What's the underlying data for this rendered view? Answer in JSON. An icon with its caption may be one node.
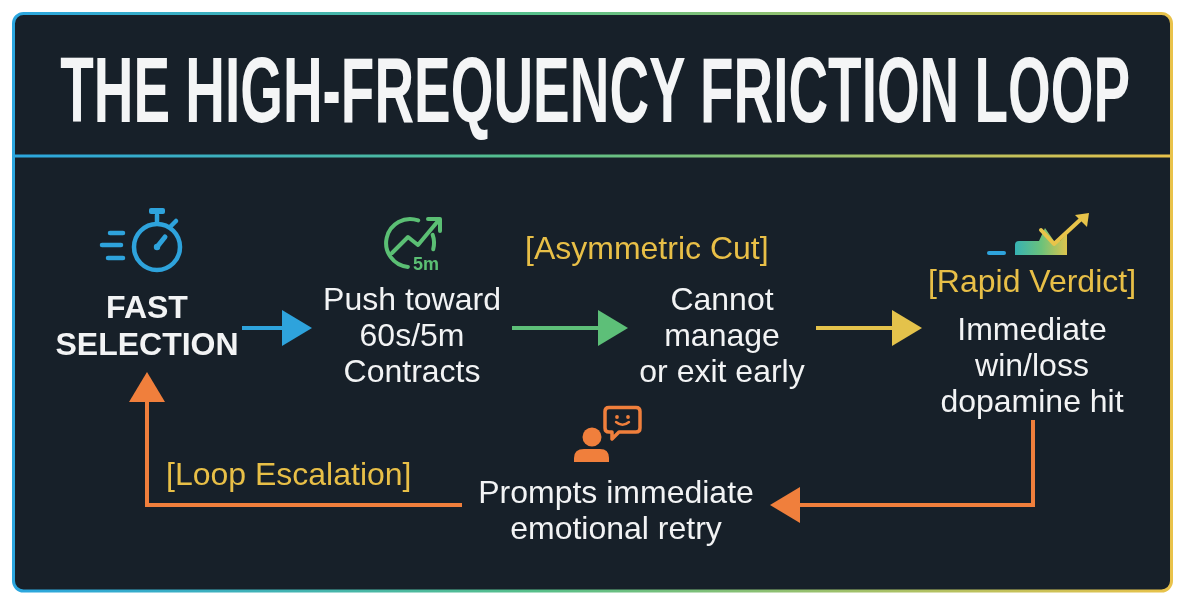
{
  "diagram": {
    "title": "THE HIGH-FREQUENCY FRICTION LOOP",
    "nodes": [
      {
        "text": [
          "FAST SELECTION"
        ]
      },
      {
        "text": [
          "5m",
          "Push toward 60s/5m Contracts"
        ]
      },
      {
        "text": [
          "Cannot manage or exit early"
        ]
      },
      {
        "text": [
          "[Rapid Verdict]",
          "Immediate win/loss dopamine hit"
        ]
      },
      {
        "text": [
          "Prompts immediate emotional retry"
        ]
      }
    ],
    "edges": [
      {
        "from": 0,
        "to": 1,
        "arrow": "to",
        "color": "#2ea3dc"
      },
      {
        "from": 1,
        "to": 2,
        "arrow": "to",
        "label": "[Asymmetric Cut]",
        "color": "#5dbf78"
      },
      {
        "from": 2,
        "to": 3,
        "arrow": "to",
        "color": "#e4c24b"
      },
      {
        "from": 3,
        "to": 4,
        "arrow": "to"
      },
      {
        "from": 4,
        "to": 0,
        "arrow": "to",
        "label": "[Loop Escalation]"
      }
    ]
  }
}
